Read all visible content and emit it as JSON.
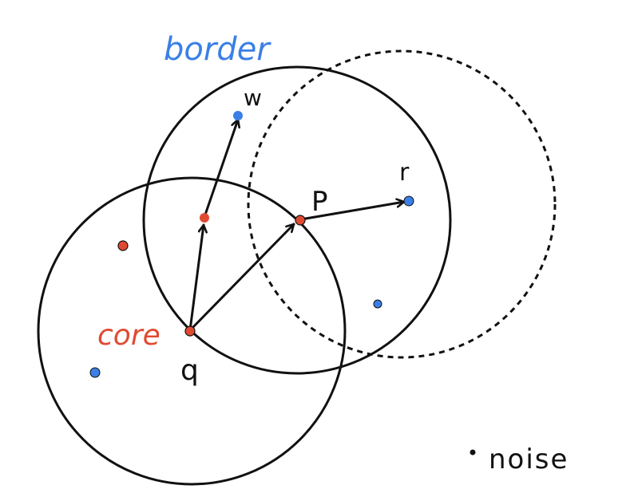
{
  "labels": {
    "border": "border",
    "core": "core",
    "noise": "noise",
    "q": "q",
    "p": "P",
    "w": "w",
    "r": "r"
  },
  "colors": {
    "ink": "#111111",
    "core": "#e04a32",
    "border": "#3b7fe6"
  }
}
